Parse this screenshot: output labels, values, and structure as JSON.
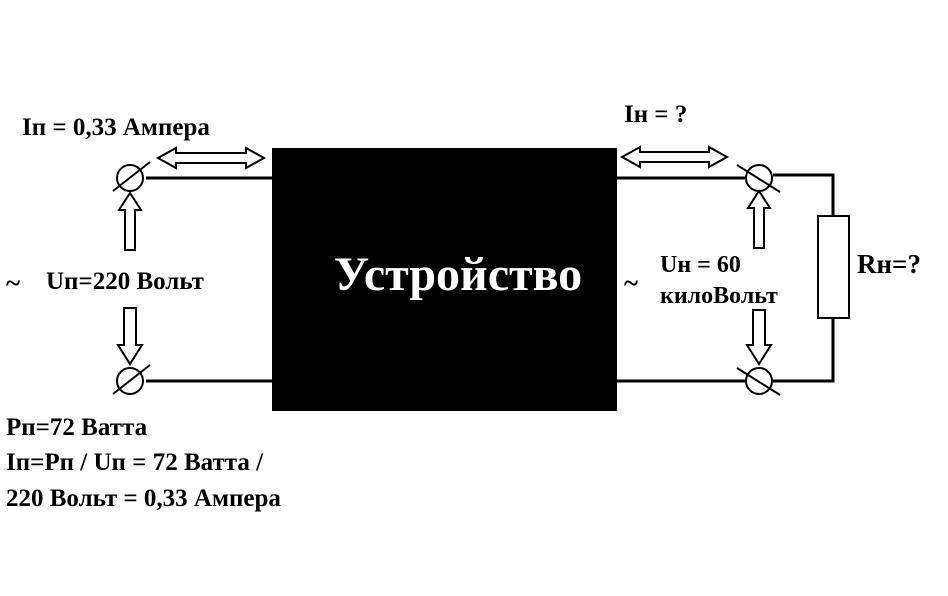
{
  "device": {
    "label": "Устройство",
    "fill": "#000000",
    "text_color": "#ffffff"
  },
  "input": {
    "current": "Iп = 0,33 Ампера",
    "voltage": "Uп=220 Вольт",
    "voltage_symbol": "~",
    "calc": [
      "Pп=72 Ватта",
      "Iп=Pп / Uп = 72 Ватта /",
      "220 Вольт = 0,33 Ампера"
    ]
  },
  "output": {
    "current": "Iн = ?",
    "voltage_line1": "Uн = 60",
    "voltage_line2": "килоВольт",
    "voltage_symbol": "~",
    "load": "Rн=?"
  }
}
